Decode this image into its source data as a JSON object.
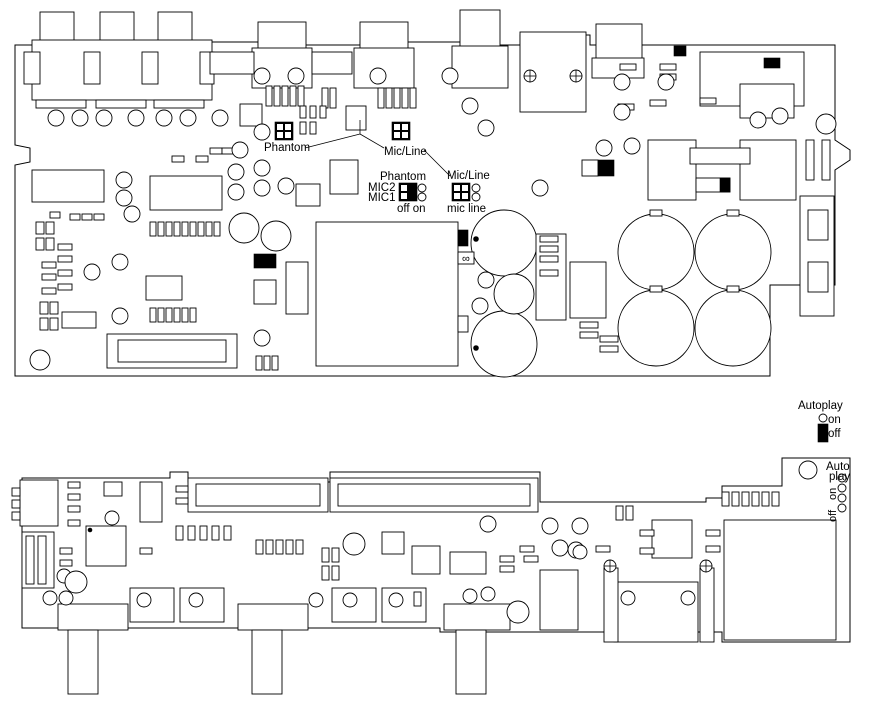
{
  "board_top": {
    "labels": {
      "phantom_left": "Phantom",
      "mic_line_left": "Mic/Line",
      "phantom_right": "Phantom",
      "mic2": "MIC2",
      "mic1": "MIC1",
      "off_on": "off on",
      "mic_line_right": "Mic/Line",
      "mic_line_bottom": "mic line",
      "inf_mark": "∞"
    }
  },
  "board_bottom": {
    "labels": {
      "autoplay": "Autoplay",
      "on": "on",
      "off": "off",
      "auto": "Auto",
      "play": "play",
      "rot_on": "on",
      "rot_off": "off"
    }
  },
  "colors": {
    "line": "#000000",
    "background": "#ffffff",
    "switch_fill": "#000000"
  }
}
